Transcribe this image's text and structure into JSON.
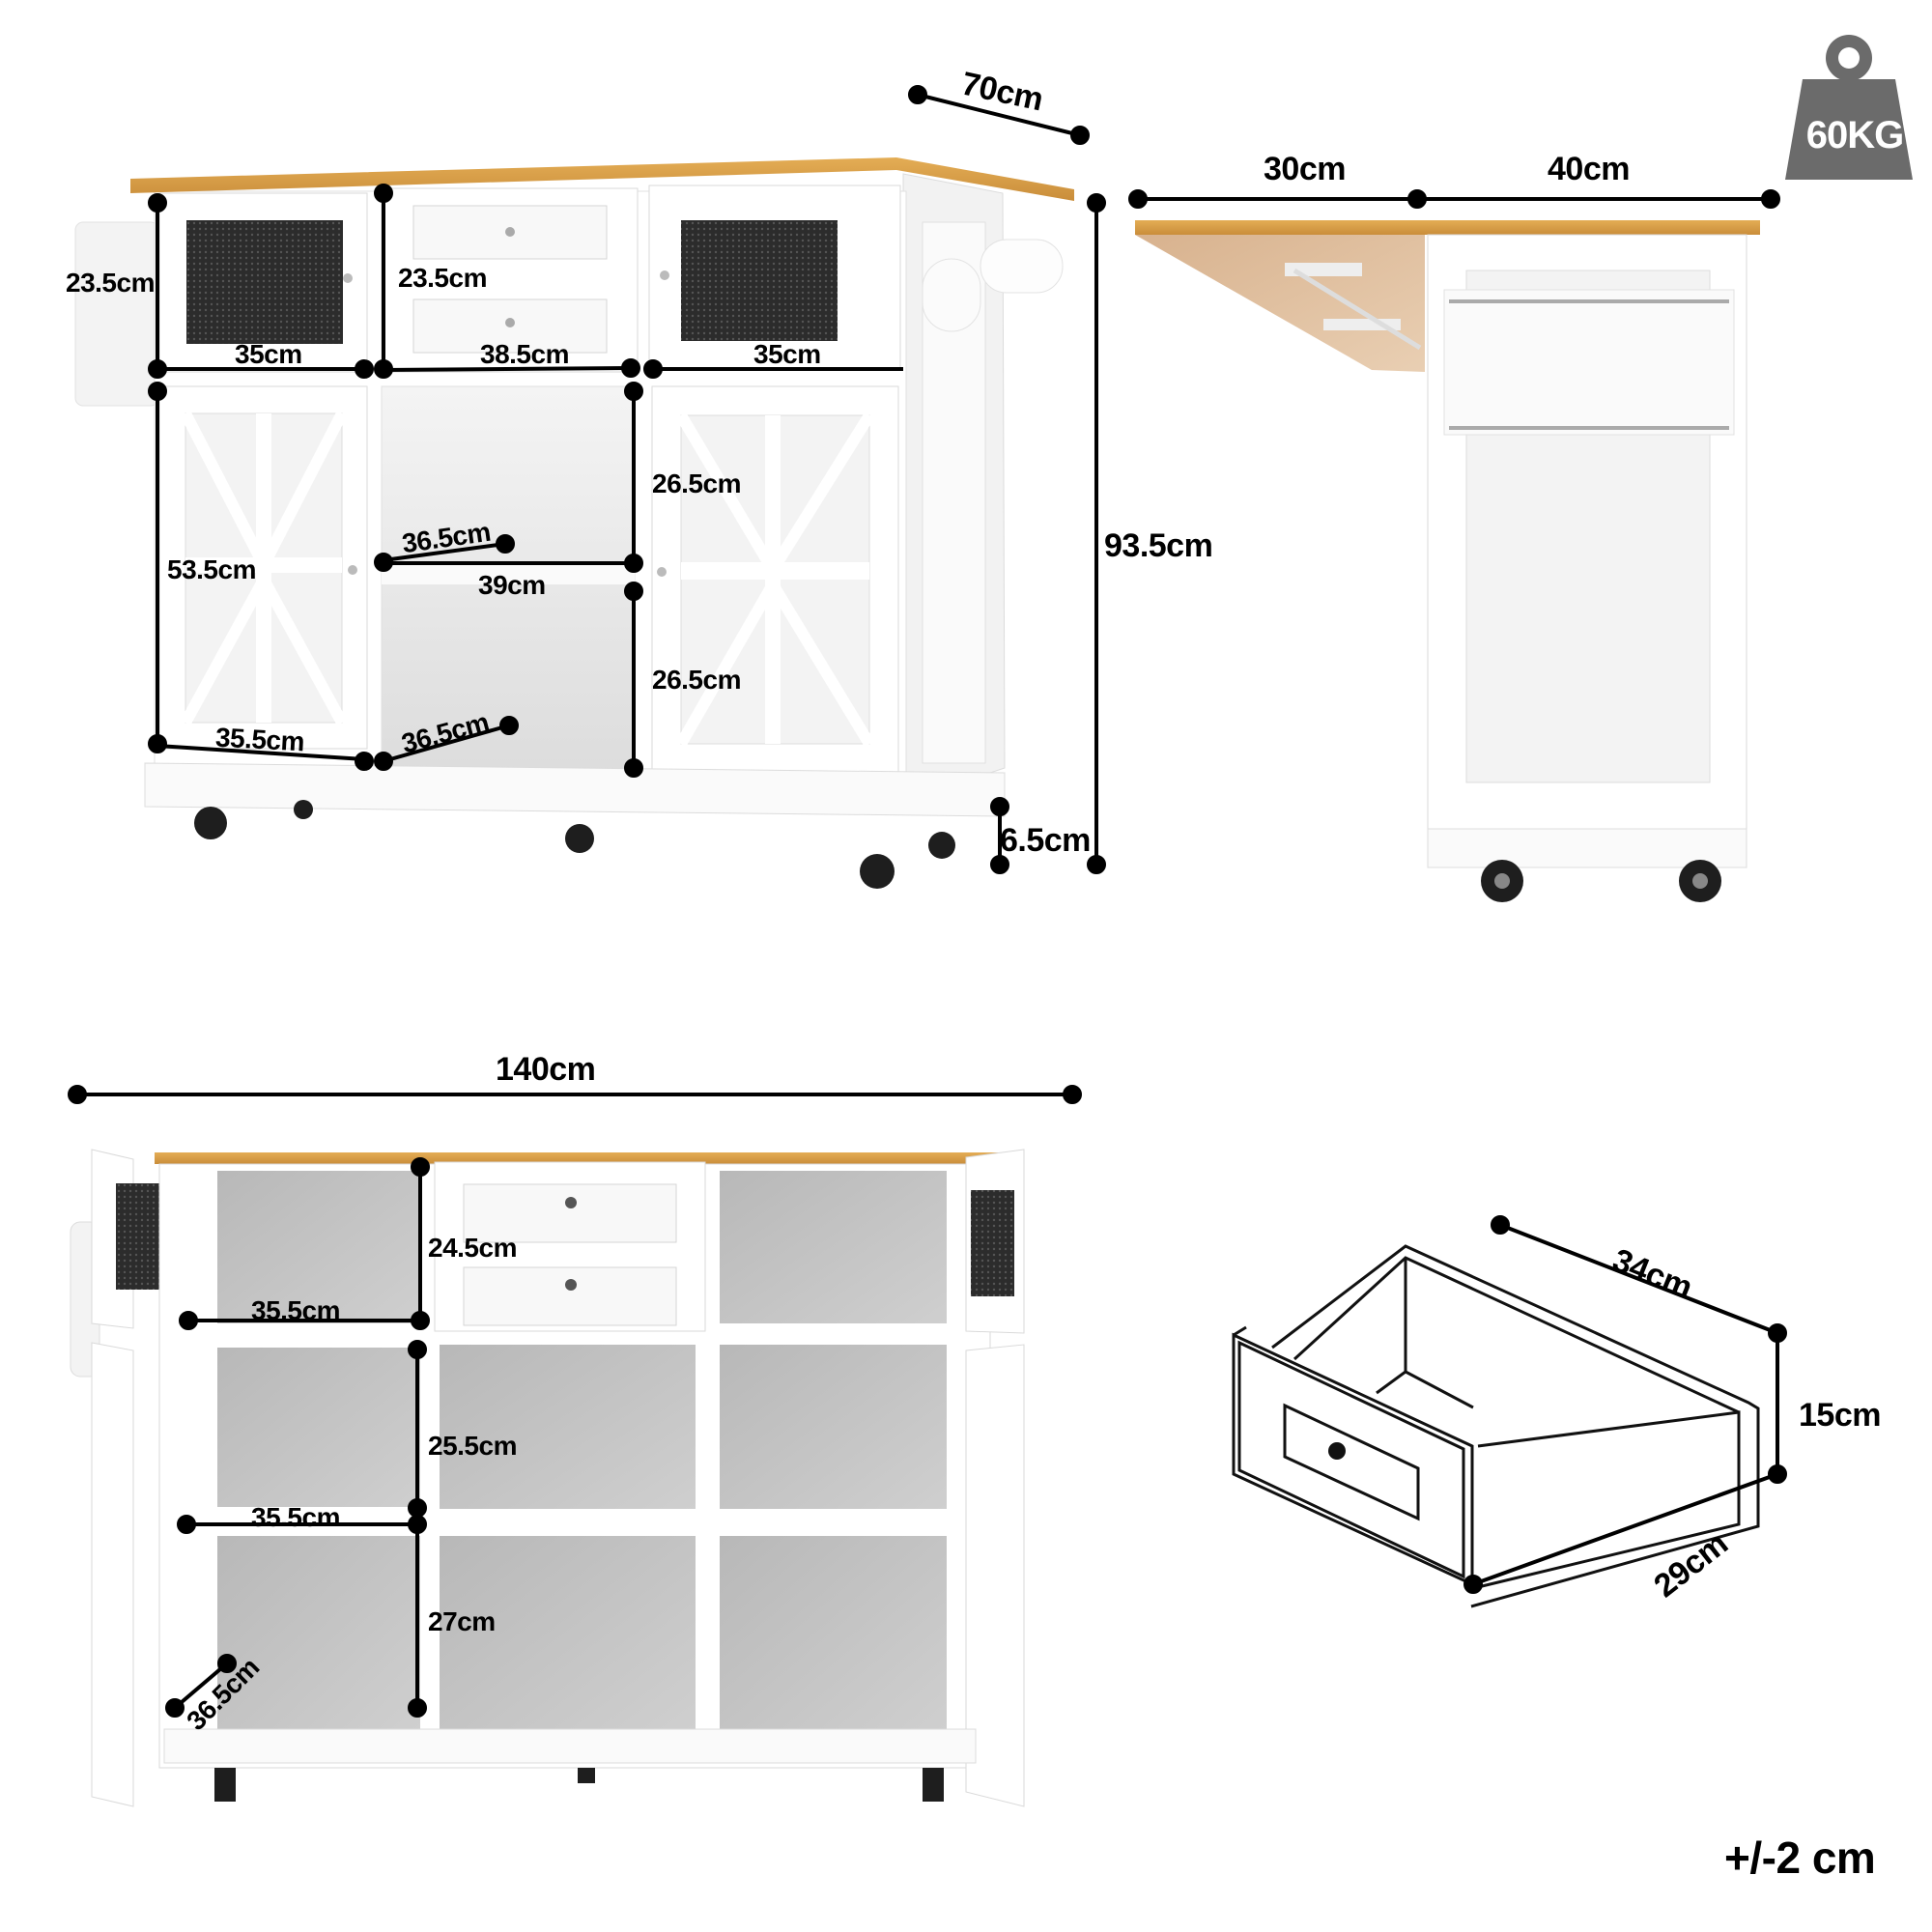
{
  "title": "Kitchen Island Cart – Dimension Diagram",
  "badge": {
    "icon": "weight-icon",
    "load_capacity": "60KG",
    "color": "#6b6b6b"
  },
  "tolerance": "+/-2 cm",
  "colors": {
    "wood_top": "#d9a04a",
    "cabinet": "#ffffff",
    "panel_shade": "#e6e6e6",
    "interior": "#bdbdbd",
    "dimension_line": "#000000"
  },
  "front_view": {
    "depth_top": "70cm",
    "total_height": "93.5cm",
    "base_height": "6.5cm",
    "upper_left_door_height": "23.5cm",
    "upper_left_door_width": "35cm",
    "drawer_height": "23.5cm",
    "drawer_width": "38.5cm",
    "upper_right_door_width": "35cm",
    "lower_left_height": "53.5cm",
    "lower_left_width": "35.5cm",
    "mid_shelf_depth_top": "36.5cm",
    "mid_shelf_width": "39cm",
    "mid_shelf_depth_bottom": "36.5cm",
    "right_upper_compartment_height": "26.5cm",
    "right_lower_compartment_height": "26.5cm"
  },
  "side_view": {
    "dropleaf_width": "30cm",
    "body_depth": "40cm"
  },
  "open_view": {
    "total_width": "140cm",
    "upper_compartment_height": "24.5cm",
    "upper_compartment_width": "35.5cm",
    "middle_compartment_height": "25.5cm",
    "shelf_width": "35.5cm",
    "lower_compartment_height": "27cm",
    "cabinet_depth": "36.5cm"
  },
  "drawer_view": {
    "length": "34cm",
    "height": "15cm",
    "width": "29cm"
  }
}
